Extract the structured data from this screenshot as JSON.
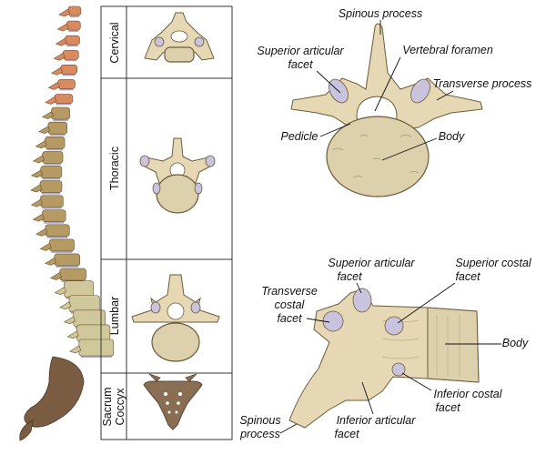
{
  "regions": {
    "cervical": "Cervical",
    "thoracic": "Thoracic",
    "lumbar": "Lumbar",
    "sacrum": "Sacrum",
    "coccyx": "Coccyx"
  },
  "top_view_labels": {
    "spinous_process": "Spinous process",
    "superior_articular_facet_1": "Superior articular",
    "superior_articular_facet_2": "facet",
    "vertebral_foramen": "Vertebral foramen",
    "transverse_process": "Transverse process",
    "pedicle": "Pedicle",
    "body": "Body"
  },
  "side_view_labels": {
    "superior_articular_facet_1": "Superior articular",
    "superior_articular_facet_2": "facet",
    "superior_costal_facet_1": "Superior costal",
    "superior_costal_facet_2": "facet",
    "transverse_costal_facet_1": "Transverse",
    "transverse_costal_facet_2": "costal",
    "transverse_costal_facet_3": "facet",
    "body": "Body",
    "inferior_costal_facet_1": "Inferior costal",
    "inferior_costal_facet_2": "facet",
    "spinous_process_1": "Spinous",
    "spinous_process_2": "process",
    "inferior_articular_facet_1": "Inferior articular",
    "inferior_articular_facet_2": "facet"
  },
  "colors": {
    "cervical": "#d98a5e",
    "thoracic": "#b59a63",
    "lumbar": "#cfc89a",
    "sacrum": "#7a5c42",
    "disc": "#a9a9c4",
    "bone": "#e6d7b5",
    "facet": "#c9c3dd"
  }
}
